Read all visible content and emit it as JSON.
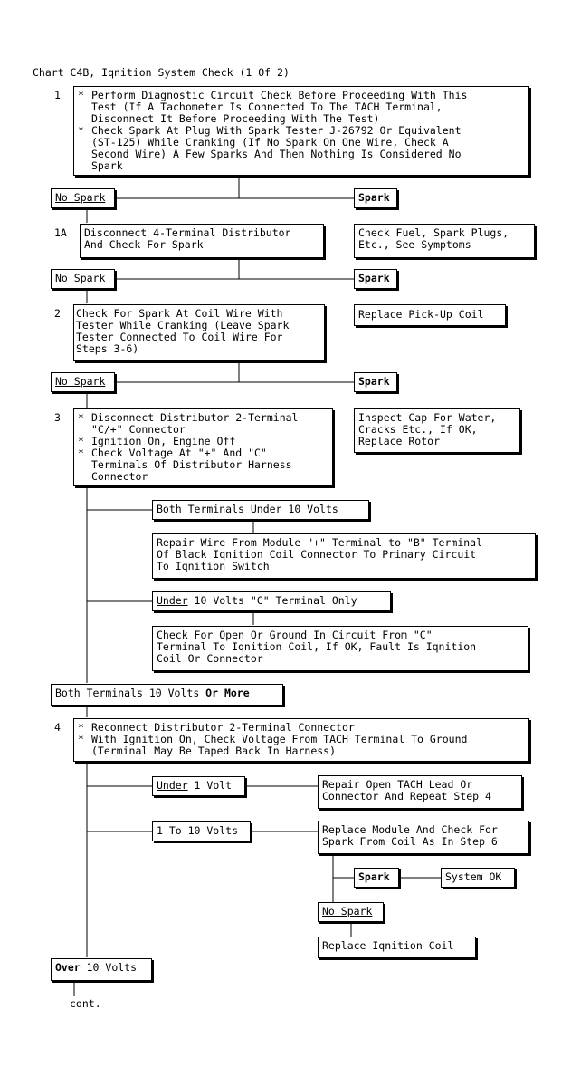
{
  "title": "Chart C4B, Iqnition System Check (1 Of 2)",
  "steps": {
    "s1": {
      "num": "1",
      "lines": [
        "Perform Diagnostic Circuit Check Before Proceeding With This",
        "Test (If A Tachometer Is Connected To The TACH Terminal,",
        "Disconnect It Before Proceeding With The Test)",
        "Check Spark At Plug With Spark Tester J-26792 Or Equivalent",
        "(ST-125) While Cranking (If No Spark On One Wire, Check A",
        "Second Wire) A Few Sparks And Then Nothing Is Considered No",
        "Spark"
      ]
    },
    "s1a": {
      "num": "1A",
      "lines": [
        "Disconnect 4-Terminal Distributor",
        "And Check For Spark"
      ]
    },
    "s2": {
      "num": "2",
      "lines": [
        "Check For Spark At Coil Wire With",
        "Tester While Cranking (Leave Spark",
        "Tester Connected To Coil Wire For",
        "Steps 3-6)"
      ]
    },
    "s3": {
      "num": "3",
      "lines": [
        "Disconnect Distributor 2-Terminal",
        "\"C/+\" Connector",
        "Ignition On, Engine Off",
        "Check Voltage At \"+\" And \"C\"",
        "Terminals Of Distributor Harness",
        "Connector"
      ]
    },
    "s4": {
      "num": "4",
      "lines": [
        "Reconnect Distributor 2-Terminal Connector",
        "With Ignition On, Check Voltage From TACH Terminal To Ground",
        "(Terminal May Be Taped Back In Harness)"
      ]
    }
  },
  "labels": {
    "no_spark": "No Spark",
    "spark": "Spark",
    "bullet": "*",
    "cont": "cont."
  },
  "results": {
    "fuel": [
      "Check Fuel, Spark Plugs,",
      "Etc., See Symptoms"
    ],
    "pickup": "Replace Pick-Up Coil",
    "cap": [
      "Inspect Cap For Water,",
      "Cracks Etc., If OK,",
      "Replace Rotor"
    ],
    "both_under": {
      "a": "Both Terminals ",
      "b": "Under",
      "c": " 10 Volts"
    },
    "repair_wire": [
      "Repair Wire From Module \"+\" Terminal to \"B\" Terminal",
      "Of Black Iqnition Coil Connector To Primary Circuit",
      "To Iqnition Switch"
    ],
    "under_c": {
      "a": "Under",
      "b": " 10 Volts \"C\" Terminal Only"
    },
    "check_open": [
      "Check For Open Or Ground In Circuit From \"C\"",
      "Terminal To Iqnition Coil, If OK, Fault Is Iqnition",
      "Coil Or Connector"
    ],
    "both_10": {
      "a": "Both Terminals 10 Volts ",
      "b": "Or More"
    },
    "under_1": {
      "a": "Under",
      "b": " 1 Volt"
    },
    "repair_tach": [
      "Repair Open TACH Lead Or",
      "Connector And Repeat Step 4"
    ],
    "one_to_ten": "1 To 10 Volts",
    "replace_module": [
      "Replace Module And Check For",
      "Spark From Coil As In Step 6"
    ],
    "system_ok": "System OK",
    "replace_ign": "Replace Iqnition Coil",
    "over10": {
      "a": "Over",
      "b": " 10 Volts"
    }
  }
}
